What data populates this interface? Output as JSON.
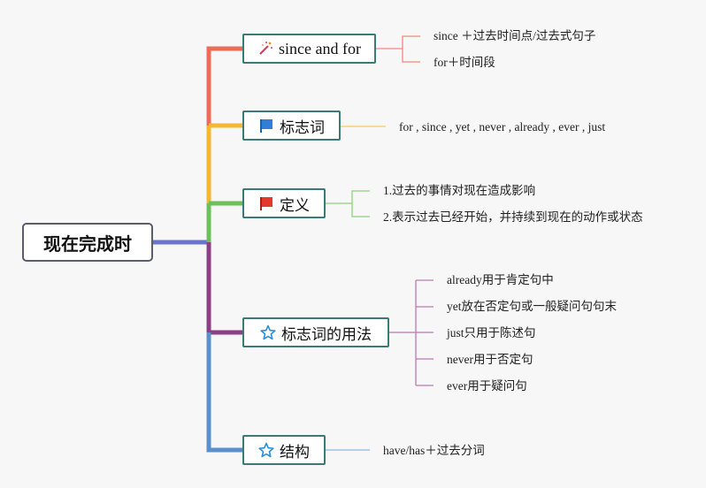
{
  "root": {
    "label": "现在完成时"
  },
  "branches": [
    {
      "label": "since and for",
      "icon": "wand-icon",
      "color": "#ee6b5a",
      "items": [
        "since ＋过去时间点/过去式句子",
        "for＋时间段"
      ]
    },
    {
      "label": "标志词",
      "icon": "blue-flag-icon",
      "color": "#f5b731",
      "items": [
        "for , since , yet , never , already , ever , just"
      ]
    },
    {
      "label": "定义",
      "icon": "red-flag-icon",
      "color": "#6cc05a",
      "items": [
        "1.过去的事情对现在造成影响",
        "2.表示过去已经开始，并持续到现在的动作或状态"
      ]
    },
    {
      "label": "标志词的用法",
      "icon": "star-icon",
      "color": "#8d3f86",
      "items": [
        "already用于肯定句中",
        "yet放在否定句或一般疑问句句末",
        "just只用于陈述句",
        "never用于否定句",
        "ever用于疑问句"
      ]
    },
    {
      "label": "结构",
      "icon": "star-icon",
      "color": "#5a8fcc",
      "items": [
        "have/has＋过去分词"
      ]
    }
  ]
}
